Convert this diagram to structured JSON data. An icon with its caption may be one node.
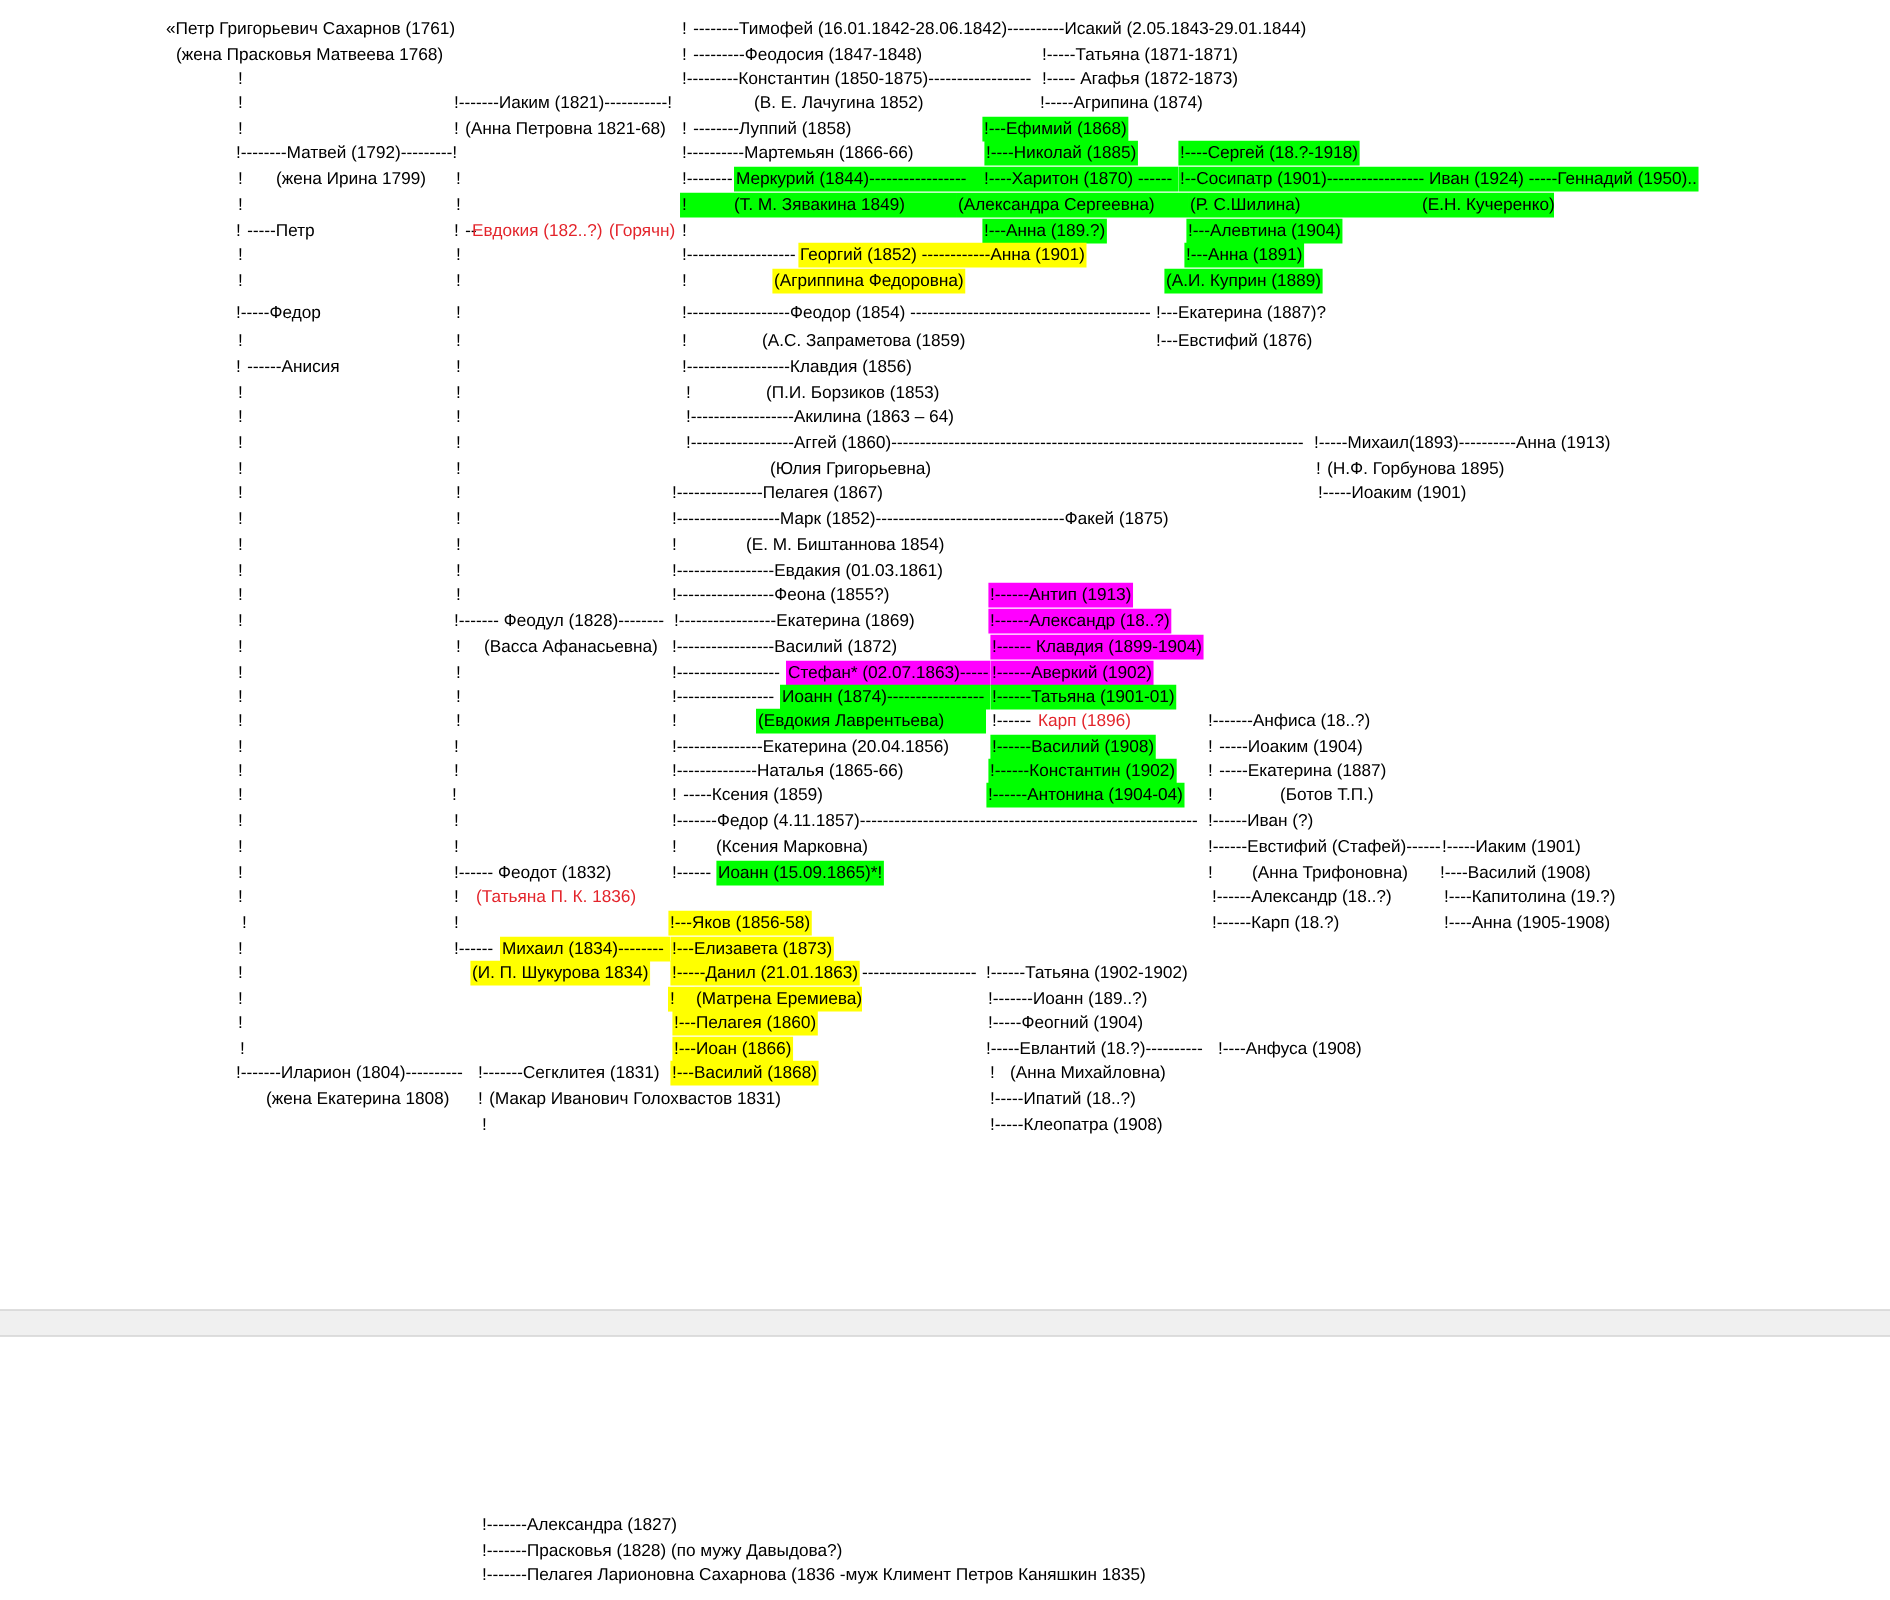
{
  "diagram": {
    "labels": [
      "«Петр Григорьевич Сахарнов (1761)",
      "! --------Тимофей (16.01.1842-28.06.1842)----------Исакий (2.05.1843-29.01.1844)",
      "(жена Прасковья Матвеева 1768)",
      "! ---------Феодосия (1847-1848)",
      "!-----Татьяна (1871-1871)",
      "!",
      "!---------Константин (1850-1875)------------------",
      "!----- Агафья (1872-1873)",
      "!",
      "!-------Иаким (1821)-----------!",
      "(В. Е. Лачугина 1852)",
      "!-----Агрипина (1874)",
      "!",
      "! (Анна Петровна 1821-68)",
      "! --------Луппий (1858)",
      "!---Ефимий (1868)",
      "!--------Матвей (1792)---------!",
      "!----------Мартемьян (1866-66)",
      "!----Николай (1885)",
      "!----Сергей (18.?-1918)",
      "!",
      "(жена Ирина 1799)",
      "!",
      "!--------",
      "Меркурий (1844)-----------------",
      "!----Харитон (1870) ------",
      "!--Сосипатр (1901)----------------- Иван (1924) -----Геннадий (1950)..",
      "!",
      "!",
      "!",
      "(Т. М. Зявакина 1849)",
      "(Александра Сергеевна)",
      "(Р. С.Шилина)",
      "(Е.Н. Кучеренко)",
      "! -----Петр",
      "! --",
      "Евдокия (182..?) (Горячн)",
      "!",
      "!---Анна (189.?)",
      "!---Алевтина (1904)",
      "!",
      "!",
      "!-------------------",
      "Георгий (1852) ------------Анна (1901)",
      "!---Анна (1891)",
      "!",
      "!",
      "!",
      "(Агриппина Федоровна)",
      "(А.И. Куприн (1889)",
      "!-----Федор",
      "!",
      "!------------------Феодор (1854) ------------------------------------------",
      "!---Екатерина (1887)?",
      "!",
      "!",
      "!",
      "(А.С. Запраметова (1859)",
      "!---Евстифий (1876)",
      "! ------Анисия",
      "!",
      "!------------------Клавдия (1856)",
      "!",
      "!",
      "!",
      "(П.И. Борзиков (1853)",
      "!",
      "!",
      "!------------------Акилина (1863 – 64)",
      "!",
      "!",
      "!------------------Аггей (1860)------------------------------------------------------------------------",
      "!-----Михаил(1893)----------Анна (1913)",
      "!",
      "!",
      "(Юлия Григорьевна)",
      "! (Н.Ф. Горбунова 1895)",
      "!",
      "!",
      "!---------------Пелагея (1867)",
      "!-----Иоаким (1901)",
      "!",
      "!",
      "!------------------Марк (1852)---------------------------------Факей (1875)",
      "!",
      "!",
      "!",
      "(Е. М. Биштаннова 1854)",
      "!",
      "!",
      "!-----------------Евдакия (01.03.1861)",
      "!",
      "!",
      "!-----------------Феона (1855?)",
      "!------Антип (1913)",
      "!",
      "!------- Феодул (1828)--------",
      "!-----------------Екатерина (1869)",
      "!------Александр (18..?)",
      "!",
      "!",
      "(Васса Афанасьевна)",
      "!-----------------Василий (1872)",
      "!------ Клавдия (1899-1904)",
      "!",
      "!",
      "!------------------",
      "Стефан* (02.07.1863)-----",
      "!------Аверкий (1902)",
      "!",
      "!",
      "!-----------------",
      "Иоанн (1874)-----------------",
      "!------Татьяна (1901-01)",
      "!",
      "!",
      "!",
      "(Евдокия Лаврентьева)",
      "!------",
      "Карп (1896)",
      "!-------Анфиса (18..?)",
      "!",
      "!",
      "!---------------Екатерина (20.04.1856)",
      "!------Василий (1908)",
      "! -----Иоаким (1904)",
      "!",
      "!",
      "!--------------Наталья (1865-66)",
      "!------Константин (1902)",
      "! -----Екатерина (1887)",
      "!",
      "!",
      "! -----Ксения (1859)",
      "!------Антонина (1904-04)",
      "!",
      "(Ботов Т.П.)",
      "!",
      "!",
      "!-------Федор (4.11.1857)-----------------------------------------------------------",
      "!------Иван (?)",
      "!",
      "!",
      "!",
      "(Ксения Марковна)",
      "!------Евстифий (Стафей)------",
      "!-----Иаким (1901)",
      "!",
      "!------ Феодот (1832)",
      "!------",
      "Иоанн (15.09.1865)*!",
      "!",
      "(Анна Трифоновна)",
      "!----Василий (1908)",
      "!",
      "!",
      "(Татьяна П. К. 1836)",
      "!------Александр (18..?)",
      "!----Капитолина (19.?)",
      "!",
      "!",
      "!---Яков (1856-58)",
      "!------Карп (18.?)",
      "!----Анна (1905-1908)",
      "!",
      "!------",
      "Михаил (1834)--------",
      "!---Елизавета (1873)",
      "!",
      "(И. П. Шукурова 1834)",
      "!-----Данил (21.01.1863)",
      "--------------------",
      "!------Татьяна (1902-1902)",
      "!",
      "!",
      "(Матрена Еремиева)",
      "!-------Иоанн (189..?)",
      "!",
      "!---Пелагея (1860)",
      "!-----Феогний (1904)",
      "!",
      "!---Иоан (1866)",
      "!-----Евлантий (18.?)----------",
      "!----Анфуса (1908)",
      "!-------Иларион (1804)----------",
      "!-------Сегклитея (1831)",
      "!---Василий (1868)",
      "!",
      "(Анна Михайловна)",
      "(жена Екатерина 1808)",
      "! (Макар Иванович Голохвастов 1831)",
      "!-----Ипатий (18..?)",
      "!",
      "!-----Клеопатра (1908)",
      "!-------Александра (1827)",
      "!-------Прасковья (1828) (по мужу Давыдова?)",
      "!-------Пелагея Ларионовна Сахарнова (1836 -муж Климент Петров Каняшкин 1835)"
    ]
  }
}
